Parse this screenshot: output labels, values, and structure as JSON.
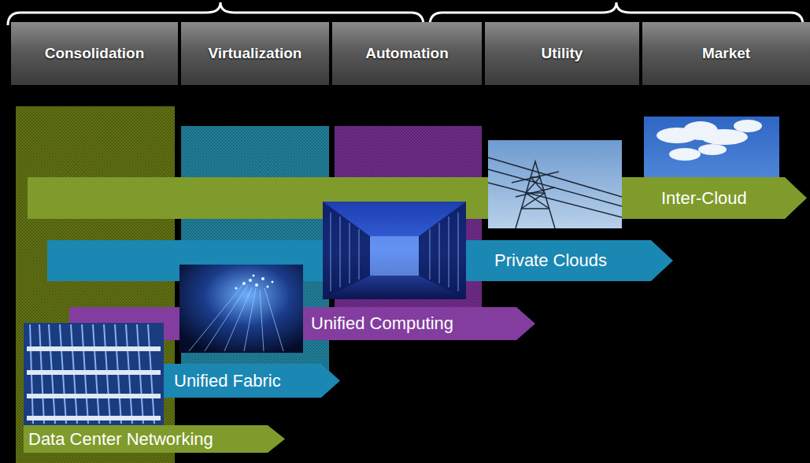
{
  "diagram": {
    "nodes": [
      {
        "text": [
          "Consolidation"
        ]
      },
      {
        "text": [
          "Virtualization"
        ]
      },
      {
        "text": [
          "Automation"
        ]
      },
      {
        "text": [
          "Utility"
        ]
      },
      {
        "text": [
          "Market"
        ]
      },
      {
        "text": [
          "Inter-Cloud"
        ]
      },
      {
        "text": [
          "Private Clouds"
        ]
      },
      {
        "text": [
          "Unified Computing"
        ]
      },
      {
        "text": [
          "Unified Fabric"
        ]
      },
      {
        "text": [
          "Data Center Networking"
        ]
      }
    ]
  }
}
